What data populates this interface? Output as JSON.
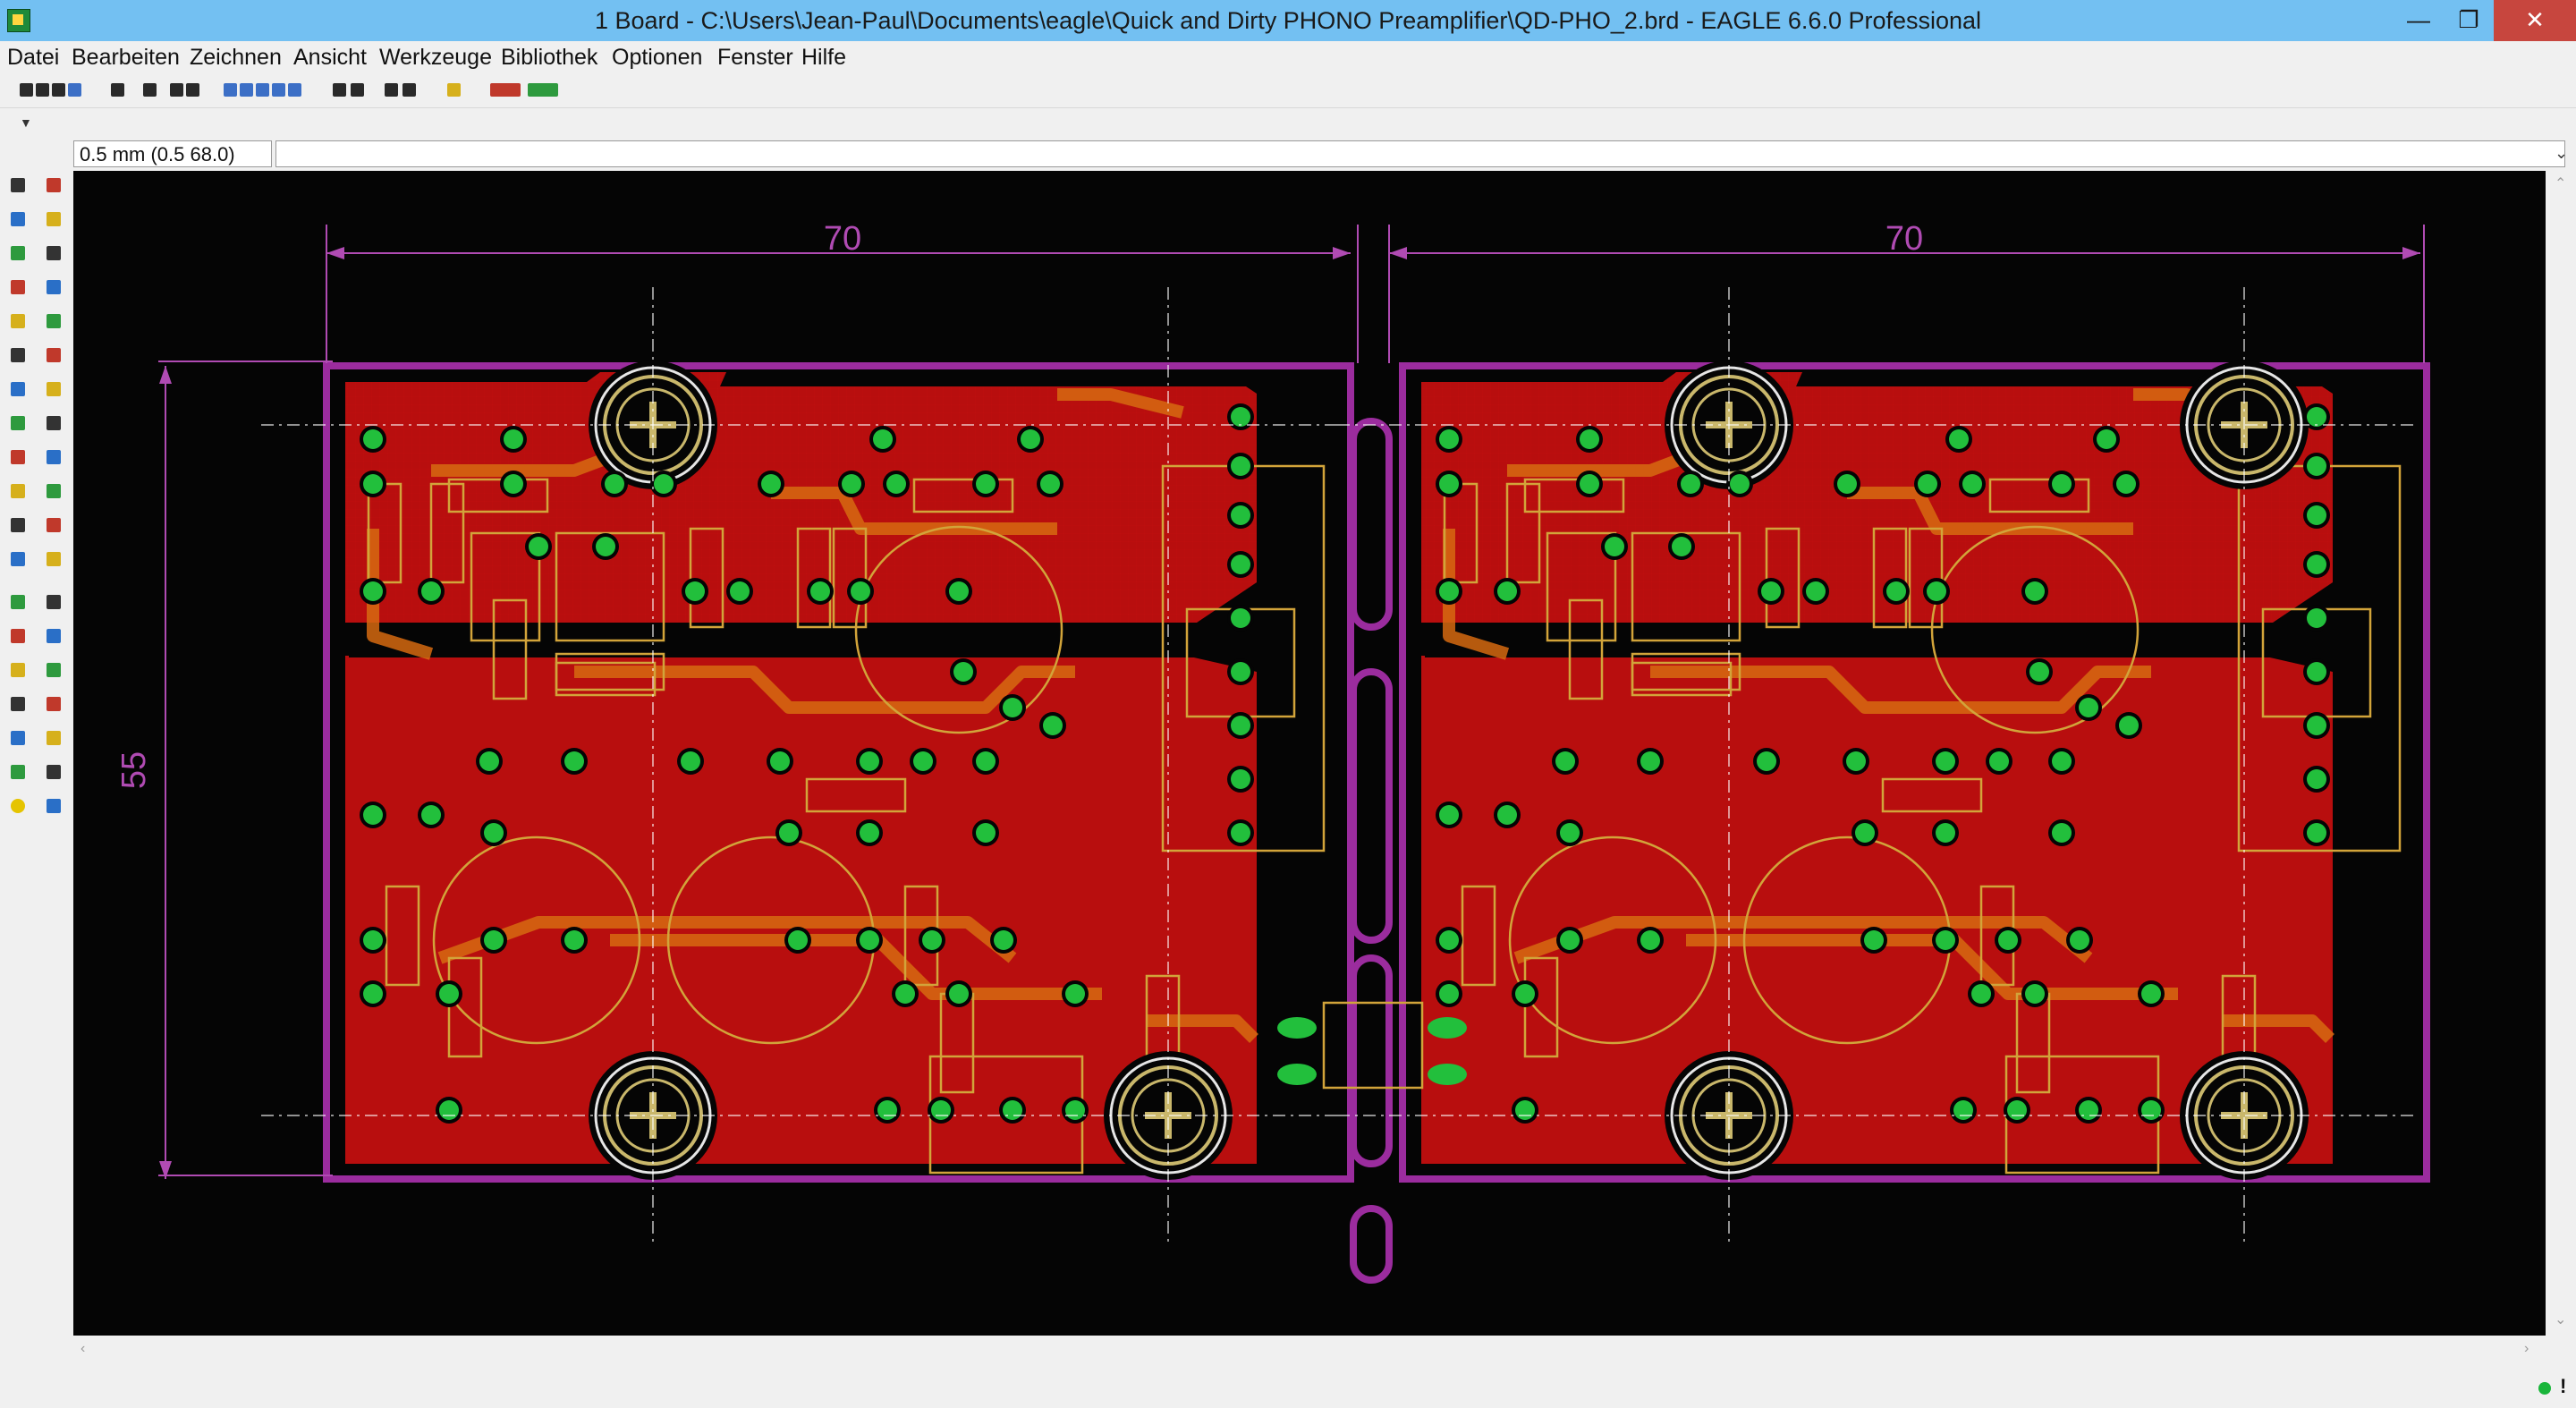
{
  "window": {
    "title": "1 Board - C:\\Users\\Jean-Paul\\Documents\\eagle\\Quick and Dirty PHONO Preamplifier\\QD-PHO_2.brd - EAGLE 6.6.0 Professional",
    "min_symbol": "—",
    "max_symbol": "❐",
    "close_symbol": "✕"
  },
  "menu": {
    "items": [
      {
        "label": "Datei",
        "name": "menu-datei"
      },
      {
        "label": "Bearbeiten",
        "name": "menu-bearbeiten"
      },
      {
        "label": "Zeichnen",
        "name": "menu-zeichnen"
      },
      {
        "label": "Ansicht",
        "name": "menu-ansicht"
      },
      {
        "label": "Werkzeuge",
        "name": "menu-werkzeuge"
      },
      {
        "label": "Bibliothek",
        "name": "menu-bibliothek"
      },
      {
        "label": "Optionen",
        "name": "menu-optionen"
      },
      {
        "label": "Fenster",
        "name": "menu-fenster"
      },
      {
        "label": "Hilfe",
        "name": "menu-hilfe"
      }
    ]
  },
  "toolbar": {
    "icons": [
      "open-icon",
      "save-icon",
      "print-icon",
      "cam-icon",
      "script-icon",
      "run-ulp-icon",
      "schematic-icon",
      "board-icon",
      "zoom-fit-icon",
      "zoom-in-icon",
      "zoom-out-icon",
      "zoom-redraw-icon",
      "zoom-select-icon",
      "undo-icon",
      "redo-icon",
      "stop-icon",
      "go-icon",
      "help-icon",
      "design-link-icon",
      "pcb-quote-icon"
    ],
    "colors": {
      "dark": "#2a2a2a",
      "blue": "#3c6fc6",
      "red": "#c0392b",
      "green": "#2e9a3e",
      "yellow": "#d6b01c"
    }
  },
  "command": {
    "coordinate": "0.5 mm (0.5 68.0)",
    "input_value": ""
  },
  "left_tools": {
    "icons": [
      "info-icon",
      "show-icon",
      "display-icon",
      "mark-icon",
      "move-icon",
      "copy-icon",
      "mirror-icon",
      "rotate-icon",
      "group-icon",
      "change-icon",
      "paste-icon",
      "delete-icon",
      "add-icon",
      "replace-icon",
      "name-icon",
      "value-icon",
      "smash-icon",
      "miter-icon",
      "split-icon",
      "optimize-icon",
      "route-icon",
      "ripup-icon",
      "wire-icon",
      "text-icon",
      "circle-icon",
      "arc-icon",
      "rect-icon",
      "polygon-icon",
      "via-icon",
      "signal-icon",
      "hole-icon",
      "attribute-icon",
      "dimension-icon",
      "ratsnest-icon",
      "auto-icon",
      "drc-icon",
      "errors-icon",
      "erc-icon"
    ]
  },
  "board": {
    "dimension_labels": {
      "width_left": "70",
      "width_right": "70",
      "height": "55"
    },
    "colors": {
      "background": "#050505",
      "grid": "#4a1010",
      "copper": "#d81414",
      "copper_fill": "#c80f0f",
      "trace": "#d66a10",
      "pad": "#22bf3c",
      "silk": "#d2a43a",
      "outline": "#9b2c9e",
      "dimension": "#b04bb3",
      "mount": "#c9b76b",
      "crosshair": "#ffffff"
    }
  },
  "status": {
    "ok_color": "#19b53a",
    "alert": "!"
  }
}
